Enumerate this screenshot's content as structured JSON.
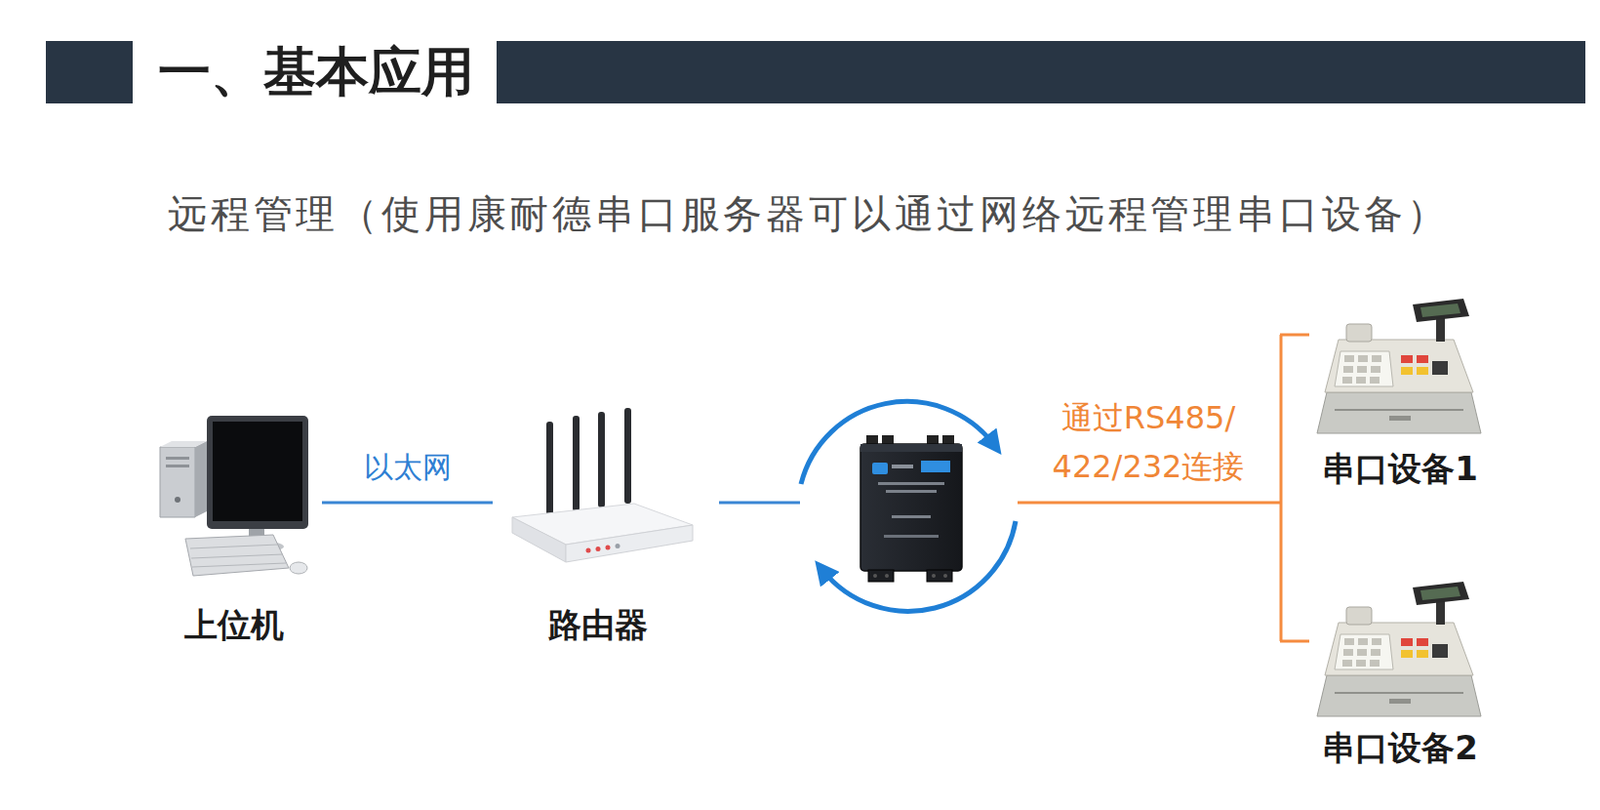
{
  "diagram": {
    "title": "一、基本应用",
    "nodes": [
      {
        "text": [
          "上位机"
        ]
      },
      {
        "text": [
          "路由器"
        ]
      },
      {
        "text": [
          "串口设备1"
        ]
      },
      {
        "text": [
          "串口设备2"
        ]
      }
    ],
    "edges": [
      {
        "from": 0,
        "to": 1,
        "label": "以太网",
        "arrow": "none"
      }
    ],
    "labels": [
      "远程管理（使用康耐德串口服务器可以通过网络远程管理串口设备）",
      "通过RS485/ 422/232连接"
    ]
  }
}
